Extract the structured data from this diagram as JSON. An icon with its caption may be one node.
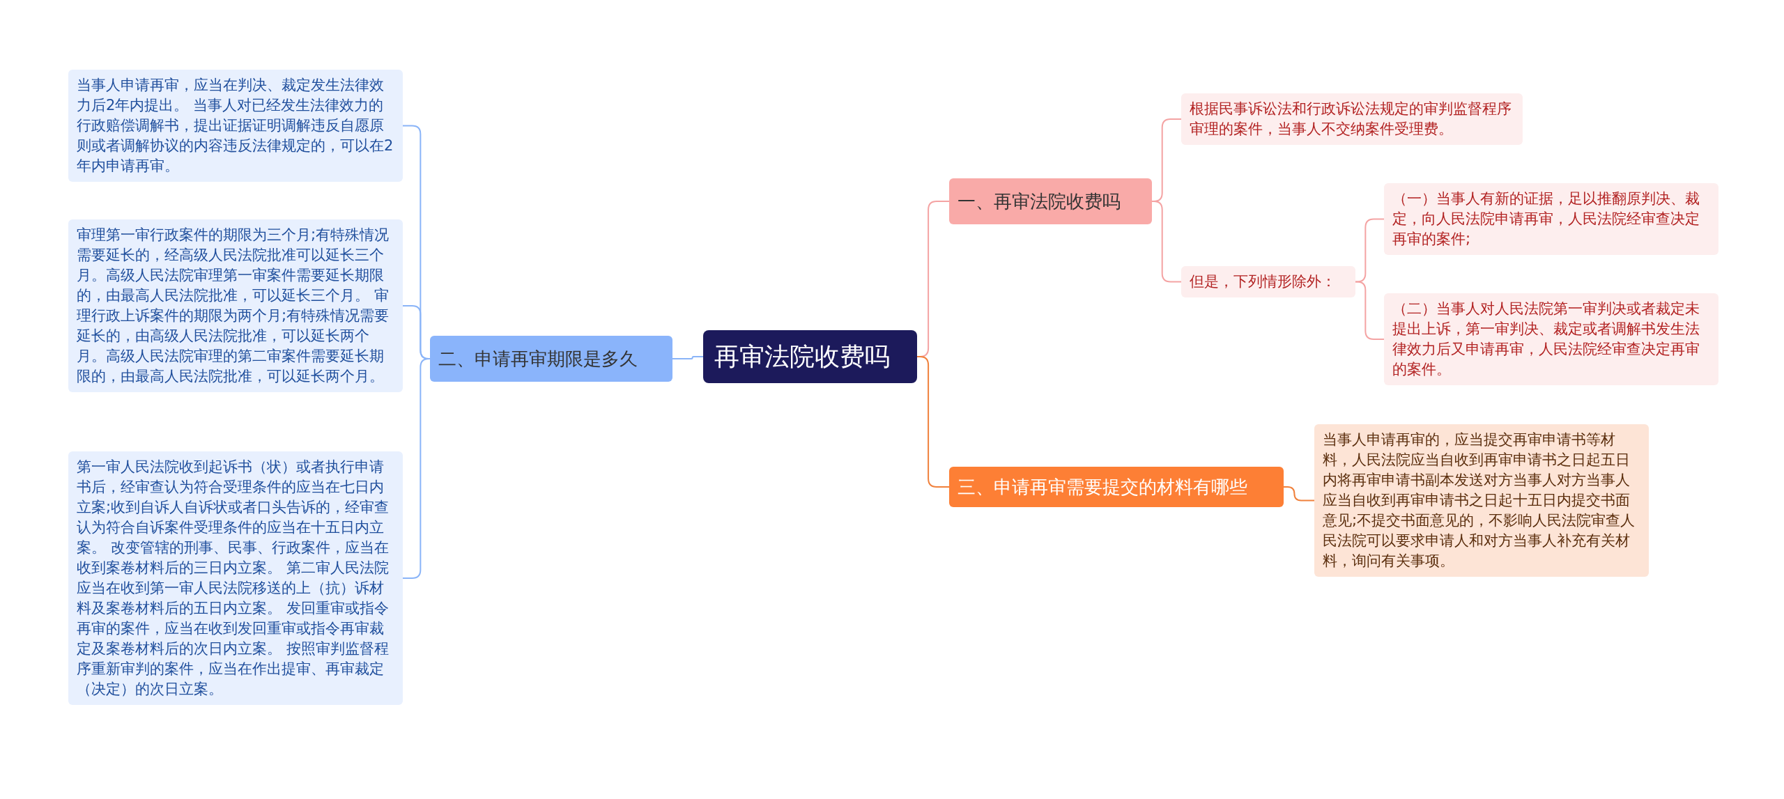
{
  "diagram": {
    "nodes": [
      {
        "text": [
          "再审法院收费吗"
        ]
      },
      {
        "text": [
          "一、再审法院收费吗"
        ]
      },
      {
        "text": [
          "根据民事诉讼法和行政诉讼法规定的审判监督程序审理的案件，当事人不交纳案件受理费。"
        ]
      },
      {
        "text": [
          "但是，下列情形除外："
        ]
      },
      {
        "text": [
          "（一）当事人有新的证据，足以推翻原判决、裁定，向人民法院申请再审，人民法院经审查决定再审的案件;"
        ]
      },
      {
        "text": [
          "（二）当事人对人民法院第一审判决或者裁定未提出上诉，第一审判决、裁定或者调解书发生法律效力后又申请再审，人民法院经审查决定再审的案件。"
        ]
      },
      {
        "text": [
          "三、申请再审需要提交的材料有哪些"
        ]
      },
      {
        "text": [
          "当事人申请再审的，应当提交再审申请书等材料，人民法院应当自收到再审申请书之日起五日内将再审申请书副本发送对方当事人对方当事人应当自收到再审申请书之日起十五日内提交书面意见;不提交书面意见的，不影响人民法院审查人民法院可以要求申请人和对方当事人补充有关材料，询问有关事项。"
        ]
      },
      {
        "text": [
          "二、申请再审期限是多久"
        ]
      },
      {
        "text": [
          "当事人申请再审，应当在判决、裁定发生法律效力后2年内提出。 当事人对已经发生法律效力的行政赔偿调解书，提出证据证明调解违反自愿原则或者调解协议的内容违反法律规定的，可以在2年内申请再审。"
        ]
      },
      {
        "text": [
          "审理第一审行政案件的期限为三个月;有特殊情况需要延长的，经高级人民法院批准可以延长三个月。高级人民法院审理第一审案件需要延长期限的，由最高人民法院批准，可以延长三个月。 审理行政上诉案件的期限为两个月;有特殊情况需要延长的，由高级人民法院批准，可以延长两个月。高级人民法院审理的第二审案件需要延长期限的，由最高人民法院批准，可以延长两个月。"
        ]
      },
      {
        "text": [
          "第一审人民法院收到起诉书（状）或者执行申请书后，经审查认为符合受理条件的应当在七日内立案;收到自诉人自诉状或者口头告诉的，经审查认为符合自诉案件受理条件的应当在十五日内立案。 改变管辖的刑事、民事、行政案件，应当在收到案卷材料后的三日内立案。 第二审人民法院应当在收到第一审人民法院移送的上（抗）诉材料及案卷材料后的五日内立案。 发回重审或指令再审的案件，应当在收到发回重审或指令再审裁定及案卷材料后的次日内立案。 按照审判监督程序重新审判的案件，应当在作出提审、再审裁定（决定）的次日立案。"
        ]
      }
    ],
    "edges": [
      {
        "from": 0,
        "to": 1,
        "arrow": "none",
        "color": "#f4a3a3"
      },
      {
        "from": 1,
        "to": 2,
        "arrow": "none",
        "color": "#f4a3a3"
      },
      {
        "from": 1,
        "to": 3,
        "arrow": "none",
        "color": "#f4a3a3"
      },
      {
        "from": 3,
        "to": 4,
        "arrow": "none",
        "color": "#f4a3a3"
      },
      {
        "from": 3,
        "to": 5,
        "arrow": "none",
        "color": "#f4a3a3"
      },
      {
        "from": 0,
        "to": 6,
        "arrow": "none",
        "color": "#f0813c"
      },
      {
        "from": 6,
        "to": 7,
        "arrow": "none",
        "color": "#f0813c"
      },
      {
        "from": 0,
        "to": 8,
        "arrow": "none",
        "color": "#8ab4f8"
      },
      {
        "from": 8,
        "to": 9,
        "arrow": "none",
        "color": "#8ab4f8"
      },
      {
        "from": 8,
        "to": 10,
        "arrow": "none",
        "color": "#8ab4f8"
      },
      {
        "from": 8,
        "to": 11,
        "arrow": "none",
        "color": "#8ab4f8"
      }
    ]
  }
}
